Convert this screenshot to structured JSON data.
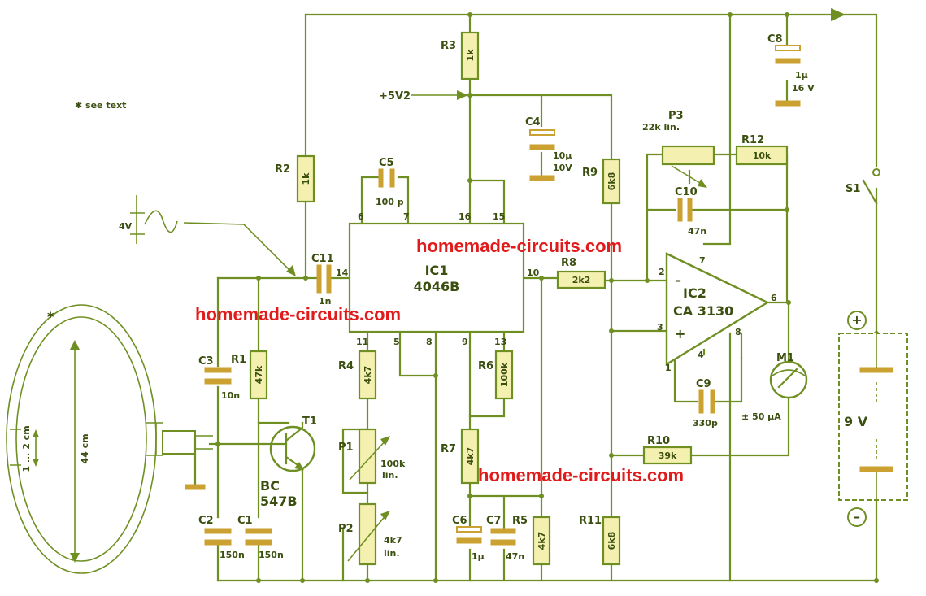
{
  "note": "✱ see text",
  "watermark": "homemade-circuits.com",
  "signal": {
    "amplitude": "4V"
  },
  "rails": {
    "supply_label": "+5V2"
  },
  "coil": {
    "marker": "*",
    "diameter": "44 cm",
    "gap": "1 ... 2 cm"
  },
  "ic1": {
    "ref": "IC1",
    "part": "4046B",
    "pins": {
      "p6": "6",
      "p7": "7",
      "p16": "16",
      "p15": "15",
      "p14": "14",
      "p10": "10",
      "p11": "11",
      "p5": "5",
      "p8": "8",
      "p9": "9",
      "p13": "13"
    }
  },
  "ic2": {
    "ref": "IC2",
    "part": "CA 3130",
    "pins": {
      "p2": "2",
      "p3": "3",
      "p7": "7",
      "p6": "6",
      "p8": "8",
      "p1": "1",
      "p4": "4"
    },
    "minus": "–",
    "plus": "+"
  },
  "components": {
    "R1": {
      "ref": "R1",
      "value": "47k"
    },
    "R2": {
      "ref": "R2",
      "value": "1k"
    },
    "R3": {
      "ref": "R3",
      "value": "1k"
    },
    "R4": {
      "ref": "R4",
      "value": "4k7"
    },
    "R5": {
      "ref": "R5",
      "value": "4k7"
    },
    "R6": {
      "ref": "R6",
      "value": "100k"
    },
    "R7": {
      "ref": "R7",
      "value": "4k7"
    },
    "R8": {
      "ref": "R8",
      "value": "2k2"
    },
    "R9": {
      "ref": "R9",
      "value": "6k8"
    },
    "R10": {
      "ref": "R10",
      "value": "39k"
    },
    "R11": {
      "ref": "R11",
      "value": "6k8"
    },
    "R12": {
      "ref": "R12",
      "value": "10k"
    },
    "C1": {
      "ref": "C1",
      "value": "150n"
    },
    "C2": {
      "ref": "C2",
      "value": "150n"
    },
    "C3": {
      "ref": "C3",
      "value": "10n"
    },
    "C4": {
      "ref": "C4",
      "value": "10µ",
      "voltage": "10V"
    },
    "C5": {
      "ref": "C5",
      "value": "100 p"
    },
    "C6": {
      "ref": "C6",
      "value": "1µ"
    },
    "C7": {
      "ref": "C7",
      "value": "47n"
    },
    "C8": {
      "ref": "C8",
      "value": "1µ",
      "voltage": "16 V"
    },
    "C9": {
      "ref": "C9",
      "value": "330p"
    },
    "C10": {
      "ref": "C10",
      "value": "47n"
    },
    "C11": {
      "ref": "C11",
      "value": "1n"
    },
    "P1": {
      "ref": "P1",
      "value": "100k",
      "type": "lin."
    },
    "P2": {
      "ref": "P2",
      "value": "4k7",
      "type": "lin."
    },
    "P3": {
      "ref": "P3",
      "value": "22k lin."
    },
    "T1": {
      "ref": "T1",
      "part_a": "BC",
      "part_b": "547B"
    },
    "M1": {
      "ref": "M1",
      "value": "± 50 µA"
    },
    "S1": {
      "ref": "S1"
    }
  },
  "battery": {
    "voltage": "9 V",
    "plus": "+",
    "minus": "–"
  },
  "colors": {
    "wire": "#6f8f22",
    "part_fill": "#f3f0b0",
    "cap_plate": "#cba231",
    "watermark": "#e11b1b",
    "label": "#3b4f10"
  }
}
